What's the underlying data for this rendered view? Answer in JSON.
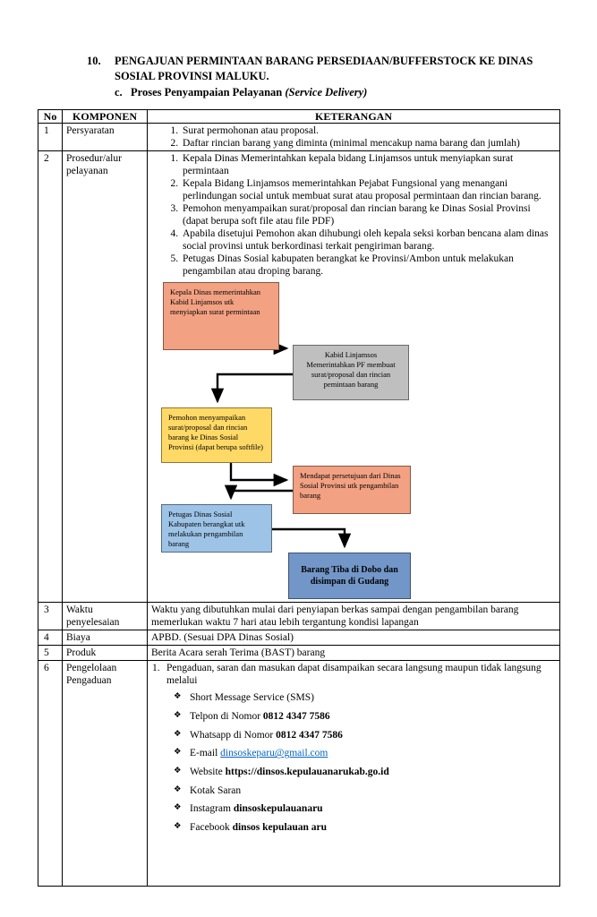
{
  "header": {
    "number": "10.",
    "title": "PENGAJUAN PERMINTAAN BARANG PERSEDIAAN/BUFFERSTOCK KE DINAS SOSIAL PROVINSI MALUKU.",
    "sub_letter": "c.",
    "sub_title": "Proses Penyampaian Pelayanan",
    "sub_title_italic": "(Service Delivery)"
  },
  "table": {
    "col_no": "No",
    "col_komponen": "KOMPONEN",
    "col_keterangan": "KETERANGAN"
  },
  "rows": {
    "r1": {
      "no": "1",
      "komponen": "Persyaratan",
      "items": [
        "Surat permohonan atau proposal.",
        "Daftar rincian barang yang diminta (minimal mencakup nama barang dan jumlah)"
      ]
    },
    "r2": {
      "no": "2",
      "komponen": "Prosedur/alur pelayanan",
      "items": [
        "Kepala Dinas Memerintahkan kepala bidang Linjamsos untuk menyiapkan surat permintaan",
        "Kepala Bidang Linjamsos memerintahkan Pejabat Fungsional yang menangani perlindungan social untuk membuat surat atau proposal permintaan dan rincian barang.",
        "Pemohon menyampaikan surat/proposal dan rincian barang ke Dinas Sosial Provinsi (dapat berupa soft file atau file PDF)",
        "Apabila disetujui Pemohon akan dihubungi oleh kepala seksi korban bencana alam dinas social provinsi untuk berkordinasi terkait pengiriman barang.",
        "Petugas Dinas Sosial kabupaten berangkat ke Provinsi/Ambon untuk melakukan pengambilan atau droping barang."
      ]
    },
    "r3": {
      "no": "3",
      "komponen": "Waktu penyelesaian",
      "text": "Waktu yang dibutuhkan mulai dari penyiapan berkas sampai dengan pengambilan barang memerlukan waktu 7 hari atau lebih tergantung kondisi lapangan"
    },
    "r4": {
      "no": "4",
      "komponen": "Biaya",
      "text": "APBD. (Sesuai DPA Dinas Sosial)"
    },
    "r5": {
      "no": "5",
      "komponen": "Produk",
      "text": "Berita Acara serah Terima (BAST) barang"
    },
    "r6": {
      "no": "6",
      "komponen": "Pengelolaan Pengaduan",
      "intro_num": "1.",
      "intro": "Pengaduan, saran dan masukan dapat disampaikan secara langsung maupun tidak langsung melalui",
      "bullet_char": "❖",
      "bullets": [
        {
          "plain": "Short Message Service (SMS)"
        },
        {
          "plain": "Telpon di Nomor ",
          "bold": "0812 4347 7586"
        },
        {
          "plain": "Whatsapp di Nomor ",
          "bold": "0812 4347 7586"
        },
        {
          "plain": "E-mail ",
          "link": "dinsoskeparu@gmail.com"
        },
        {
          "plain": "Website ",
          "bold": "https://dinsos.kepulauanarukab.go.id"
        },
        {
          "plain": "Kotak Saran"
        },
        {
          "plain": "Instagram ",
          "bold": "dinsoskepulauanaru"
        },
        {
          "plain": "Facebook ",
          "bold": "dinsos kepulauan aru"
        }
      ]
    }
  },
  "flow": {
    "b1": {
      "text": "Kepala Dinas memerintahkan Kabid Linjamsos utk menyiapkan surat permintaan",
      "color": "#f2a183"
    },
    "b2": {
      "text": "Kabid Linjamsos Memerintahkan PF membuat surat/proposal dan rincian pemintaan barang",
      "color": "#bfbfbf"
    },
    "b3": {
      "text": "Pemohon menyampaikan surat/proposal dan rincian barang ke Dinas Sosial Provinsi (dapat berupa softfile)",
      "color": "#ffd966"
    },
    "b4": {
      "text": "Mendapat persetujuan dari Dinas Sosial Provinsi utk pengambilan barang",
      "color": "#f2a183"
    },
    "b5": {
      "text": "Petugas Dinas Sosial Kabupaten berangkat utk melakukan pengambilan barang",
      "color": "#9dc3e6"
    },
    "b6": {
      "text": "Barang Tiba di Dobo dan disimpan di Gudang",
      "color": "#7396c8"
    }
  }
}
